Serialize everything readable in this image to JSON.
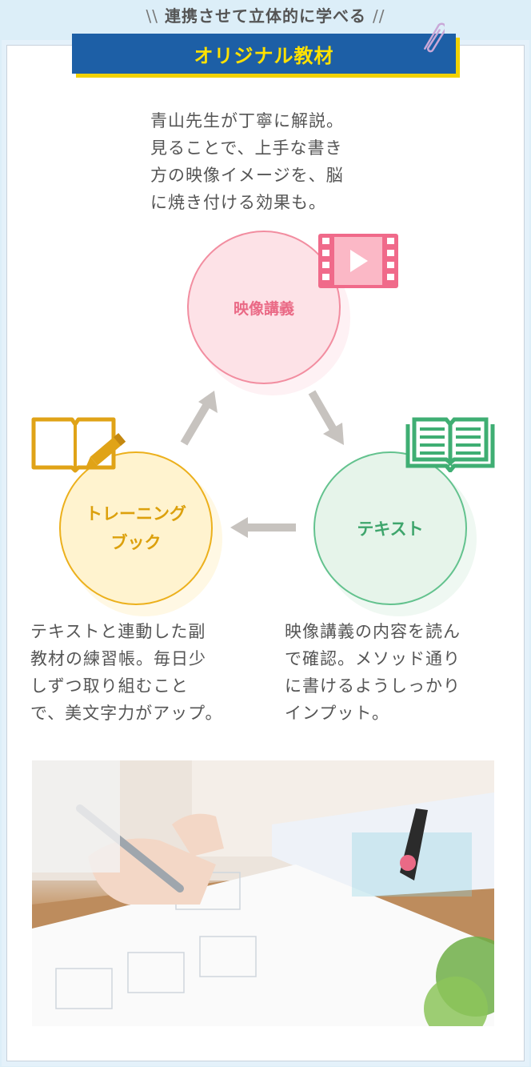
{
  "header": {
    "subtitle": "連携させて立体的に学べる",
    "ribbon_title": "オリジナル教材"
  },
  "video": {
    "description": "青山先生が丁寧に解説。\n見ることで、上手な書き\n方の映像イメージを、脳\nに焼き付ける効果も。",
    "circle_label": "映像講義",
    "icon": "video-play-icon"
  },
  "text": {
    "circle_label": "テキスト",
    "description": "映像講義の内容を読ん\nで確認。メソッド通り\nに書けるようしっかり\nインプット。",
    "icon": "open-book-icon"
  },
  "training": {
    "circle_label": "トレーニング\nブック",
    "description": "テキストと連動した副\n教材の練習帳。毎日少\nしずつ取り組むこと\nで、美文字力がアップ。",
    "icon": "notebook-pencil-icon"
  },
  "colors": {
    "accent_blue": "#1d5fa6",
    "accent_yellow": "#ffe100",
    "video_pink": "#f28da0",
    "text_green": "#63c28e",
    "book_yellow": "#ecb01c"
  },
  "photo": {
    "icon": "handwriting-practice-photo"
  }
}
